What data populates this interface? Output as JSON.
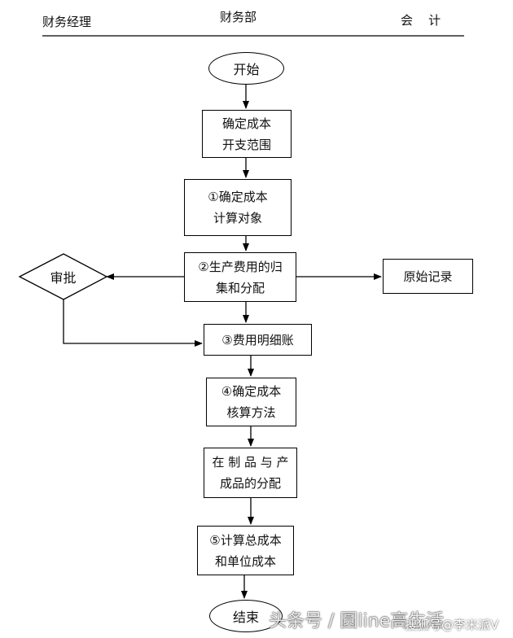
{
  "header": {
    "left": "财务经理",
    "center": "财务部",
    "right": "会    计"
  },
  "nodes": {
    "start": "开始",
    "scope": "确定成本\n开支范围",
    "object": "①确定成本\n计算对象",
    "collect": "②生产费用的归\n集和分配",
    "approve": "审批",
    "original": "原始记录",
    "ledger": "③费用明细账",
    "method": "④确定成本\n核算方法",
    "wip": "在 制 品 与 产\n成品的分配",
    "compute": "⑤计算总成本\n和单位成本",
    "end": "结束"
  },
  "watermark": {
    "main": "头条号 / 圆line高生活",
    "corner": "搜狐号@李米派V"
  }
}
